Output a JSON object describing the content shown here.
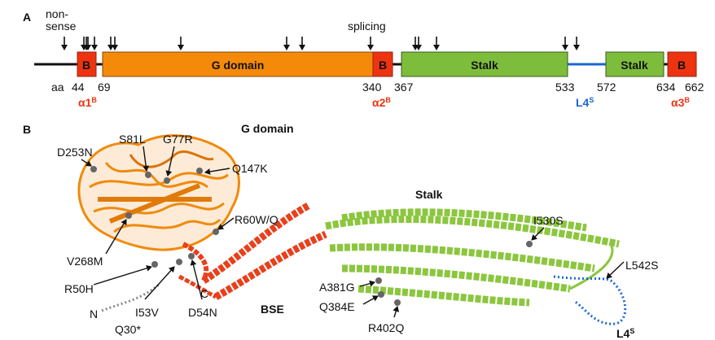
{
  "panel_a": {
    "label": "A",
    "annotations": {
      "nonsense_line1": "non-",
      "nonsense_line2": "sense",
      "splicing": "splicing"
    },
    "domains": [
      {
        "label": "B",
        "start": 44,
        "end": 69,
        "color": "#ee3311"
      },
      {
        "label": "G domain",
        "start": 69,
        "end": 340,
        "color": "#f58a0a"
      },
      {
        "label": "B",
        "start": 340,
        "end": 367,
        "color": "#ee3311"
      },
      {
        "label": "Stalk",
        "start": 367,
        "end": 533,
        "color": "#7dbd3b"
      },
      {
        "label": "Stalk",
        "start": 572,
        "end": 634,
        "color": "#7dbd3b"
      },
      {
        "label": "B",
        "start": 634,
        "end": 662,
        "color": "#ee3311"
      }
    ],
    "positions": {
      "aa": "aa",
      "p44": "44",
      "p69": "69",
      "p340": "340",
      "p367": "367",
      "p533": "533",
      "p572": "572",
      "p634": "634",
      "p662": "662"
    },
    "helix_labels": {
      "a1": {
        "main": "α1",
        "sup": "B"
      },
      "a2": {
        "main": "α2",
        "sup": "B"
      },
      "l4": {
        "main": "L4",
        "sup": "S"
      },
      "a3": {
        "main": "α3",
        "sup": "B"
      }
    },
    "loop_color": "#1a66d6"
  },
  "panel_b": {
    "label": "B",
    "region_labels": {
      "g_domain": "G domain",
      "stalk": "Stalk",
      "bse": "BSE",
      "l4_main": "L4",
      "l4_sup": "S",
      "n_term": "N",
      "c_term": "C"
    },
    "mutations": {
      "d253n": "D253N",
      "s81l": "S81L",
      "g77r": "G77R",
      "q147k": "Q147K",
      "r60wq": "R60W/Q",
      "v268m": "V268M",
      "r50h": "R50H",
      "i53v": "I53V",
      "d54n": "D54N",
      "q30": "Q30*",
      "i530s": "I530S",
      "l542s": "L542S",
      "a381g": "A381G",
      "q384e": "Q384E",
      "r402q": "R402Q"
    },
    "colors": {
      "g_domain": "#f08a0c",
      "bse": "#e8401c",
      "stalk": "#8cc63f",
      "loop": "#1a66d6"
    }
  }
}
